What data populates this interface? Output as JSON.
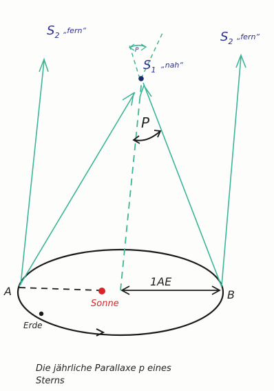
{
  "labels": {
    "s2_left_name": "S",
    "s2_left_sub": "2",
    "s2_left_tag": "„fern“",
    "s2_right_name": "S",
    "s2_right_sub": "2",
    "s2_right_tag": "„fern“",
    "s1_name": "S",
    "s1_sub": "1",
    "s1_tag": "„nah“",
    "p_top": "P",
    "p_middle": "P",
    "distance": "1AE",
    "point_a": "A",
    "point_b": "B",
    "sun": "Sonne",
    "earth": "Erde"
  },
  "caption": {
    "line1": "Die jährliche Parallaxe p eines",
    "line2": "Sterns"
  },
  "colors": {
    "sight_line": "#3bb597",
    "orbit": "#1a1a1a",
    "star": "#1b2a6b",
    "sun": "#d7262b",
    "label_blue": "#2b2f8f"
  }
}
